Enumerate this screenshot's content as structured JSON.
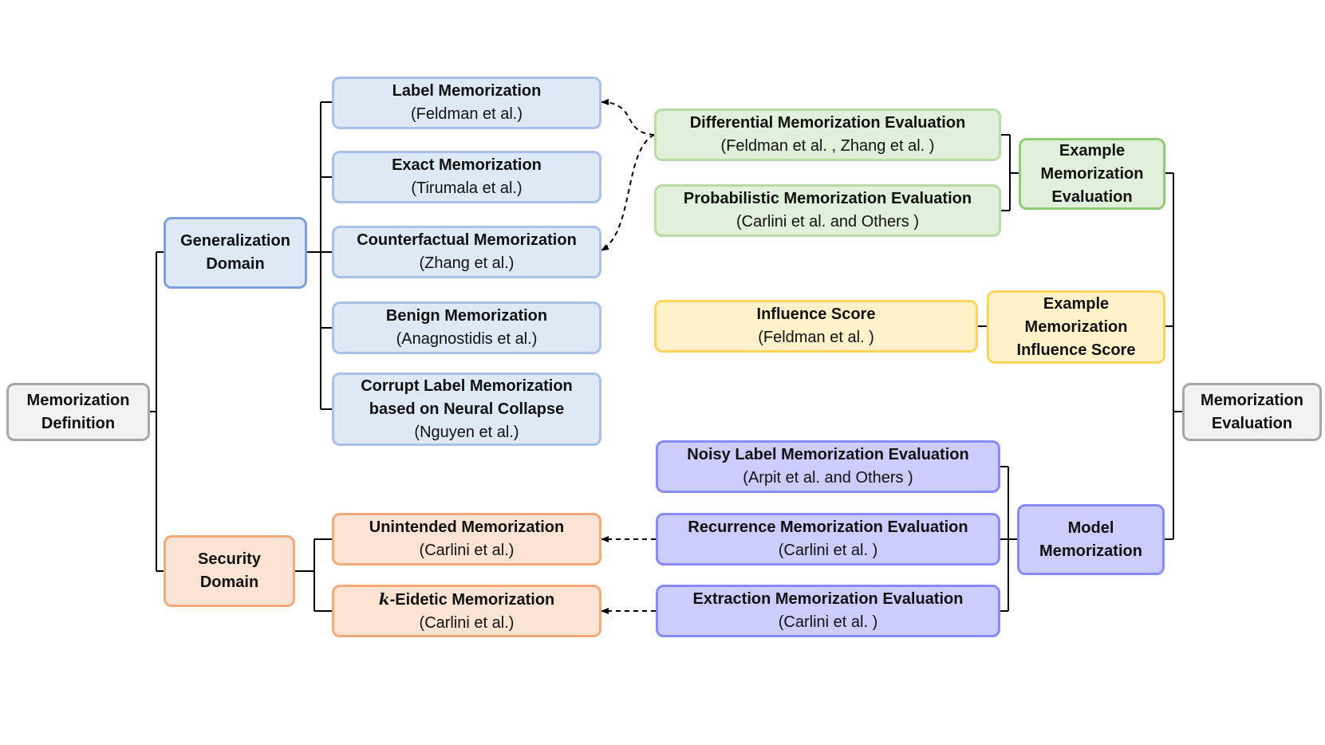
{
  "nodes": {
    "mem_def": {
      "title": "Memorization\nDefinition"
    },
    "gen_domain": {
      "title": "Generalization\nDomain"
    },
    "sec_domain": {
      "title": "Security\nDomain"
    },
    "label_mem": {
      "title": "Label Memorization",
      "cite": "(Feldman et al.)"
    },
    "exact_mem": {
      "title": "Exact Memorization",
      "cite": "(Tirumala et al.)"
    },
    "counter_mem": {
      "title": "Counterfactual Memorization",
      "cite": "(Zhang et al.)"
    },
    "benign_mem": {
      "title": "Benign Memorization",
      "cite": "(Anagnostidis et al.)"
    },
    "corrupt_mem": {
      "title": "Corrupt Label Memorization\nbased on Neural Collapse",
      "cite": "(Nguyen et al.)"
    },
    "unintended_mem": {
      "title": "Unintended Memorization",
      "cite": "(Carlini et al.)"
    },
    "keidetic_mem": {
      "title_italic": "k",
      "title_rest": "-Eidetic Memorization",
      "cite": "(Carlini et al.)"
    },
    "diff_eval": {
      "title": "Differential Memorization Evaluation",
      "cite": "(Feldman et al. , Zhang et al. )"
    },
    "prob_eval": {
      "title": "Probabilistic Memorization Evaluation",
      "cite": "(Carlini et al. and Others )"
    },
    "influence": {
      "title": "Influence Score",
      "cite": "(Feldman et al. )"
    },
    "noisy_eval": {
      "title": "Noisy Label Memorization Evaluation",
      "cite": "(Arpit et al. and Others )"
    },
    "recur_eval": {
      "title": "Recurrence Memorization Evaluation",
      "cite": "(Carlini et al. )"
    },
    "extract_eval": {
      "title": "Extraction Memorization Evaluation",
      "cite": "(Carlini et al. )"
    },
    "example_eval": {
      "title": "Example\nMemorization\nEvaluation"
    },
    "example_infl": {
      "title": "Example\nMemorization\nInfluence Score"
    },
    "model_mem": {
      "title": "Model\nMemorization"
    },
    "mem_eval": {
      "title": "Memorization\nEvaluation"
    }
  },
  "colors": {
    "line": "#000000",
    "gray_border": "#a6a6a6",
    "blue_border": "#a9c1e6",
    "orange_border": "#f2a97b",
    "green_border": "#b7dca6",
    "yellow_border": "#ffd55c",
    "purple_border": "#8a8af5"
  }
}
